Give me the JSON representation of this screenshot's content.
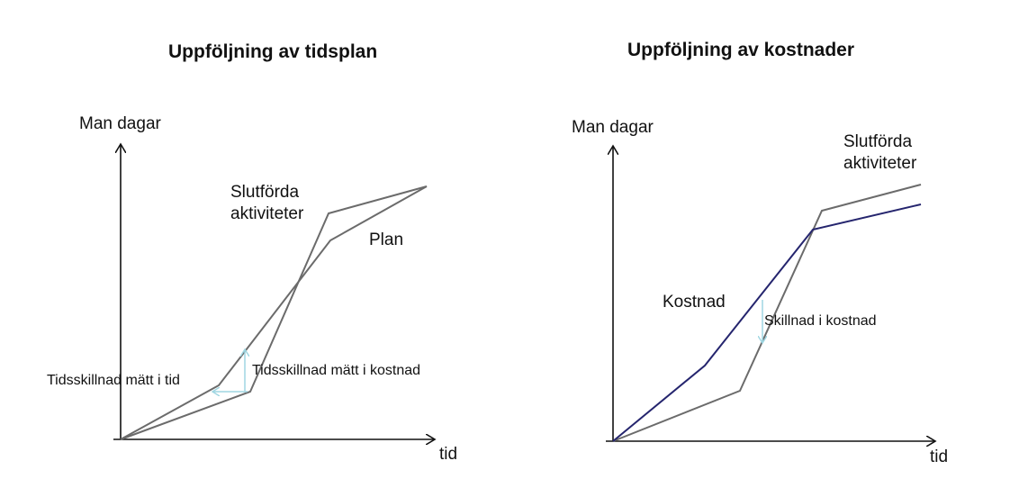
{
  "left_chart": {
    "title": "Uppföljning av tidsplan",
    "y_axis_label": "Man dagar",
    "x_axis_label": "tid",
    "label_completed_line1": "Slutförda",
    "label_completed_line2": "aktiviteter",
    "label_plan": "Plan",
    "label_time_diff_time": "Tidsskillnad mätt i tid",
    "label_time_diff_cost": "Tidsskillnad mätt i kostnad"
  },
  "right_chart": {
    "title": "Uppföljning av kostnader",
    "y_axis_label": "Man dagar",
    "x_axis_label": "tid",
    "label_completed_line1": "Slutförda",
    "label_completed_line2": "aktiviteter",
    "label_cost": "Kostnad",
    "label_cost_diff": "Skillnad i kostnad"
  },
  "colors": {
    "curve_gray": "#6b6b6b",
    "cost_line": "#25256e",
    "arrow_light_blue": "#9fd6e2",
    "axis": "#111111"
  }
}
